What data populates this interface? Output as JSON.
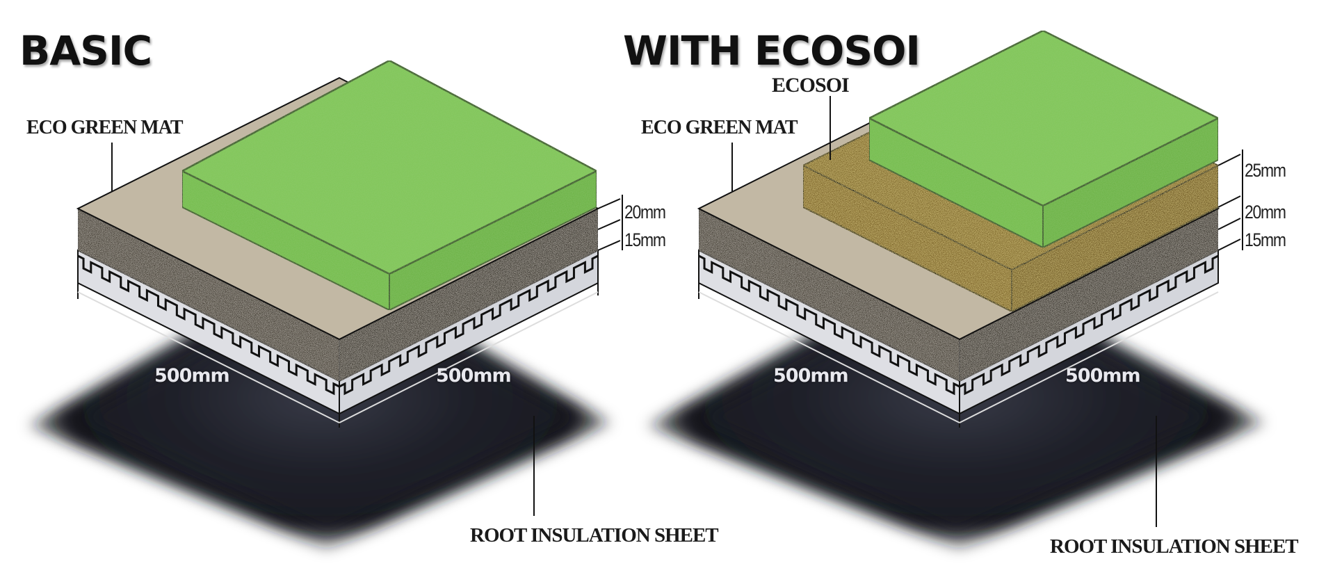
{
  "panels": [
    {
      "title": "BASIC",
      "labels": {
        "mat": "ECO GREEN MAT",
        "sheet": "ROOT INSULATION SHEET"
      },
      "thickness": [
        "20mm",
        "15mm"
      ],
      "dimensions": [
        "500mm",
        "500mm"
      ]
    },
    {
      "title": "WITH ECOSOI",
      "labels": {
        "ecosoi": "ECOSOI",
        "mat": "ECO GREEN MAT",
        "sheet": "ROOT INSULATION SHEET"
      },
      "thickness": [
        "25mm",
        "20mm",
        "15mm"
      ],
      "dimensions": [
        "500mm",
        "500mm"
      ]
    }
  ],
  "colors": {
    "turf": "#7cc252",
    "turf_side": "#6db544",
    "mat_top": "#c2b8a4",
    "rubber": "#3a342c",
    "ecosoi": "#7a6228",
    "sheet": "#1c1f26",
    "line": "#111111"
  }
}
